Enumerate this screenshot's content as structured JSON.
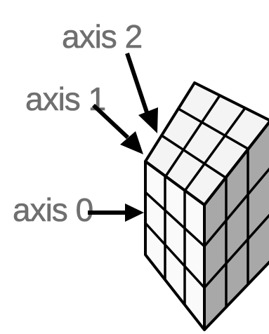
{
  "labels": {
    "axis2": "axis 2",
    "axis1": "axis 1",
    "axis0": "axis 0"
  },
  "colors": {
    "top_face": "#f4f4f4",
    "front_face": "#fafafa",
    "side_face": "#a8a8a8",
    "lines": "#000000",
    "label_text": "#6f6f6f"
  }
}
